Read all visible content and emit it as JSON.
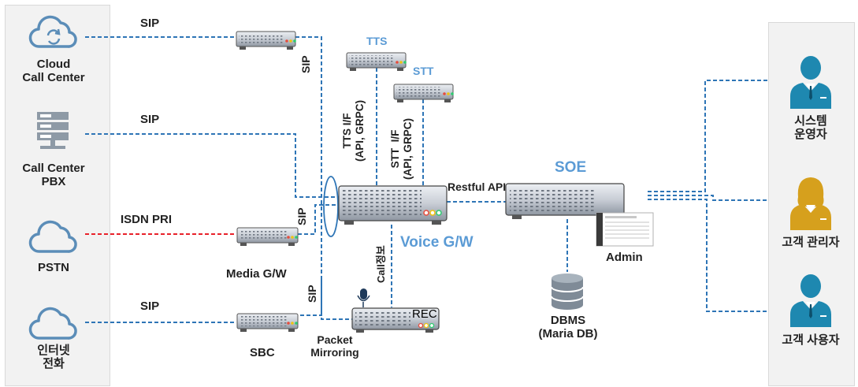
{
  "left_nodes": {
    "cloud_call_center": "Cloud\nCall Center",
    "call_center_pbx": "Call Center\nPBX",
    "pstn": "PSTN",
    "internet_phone": "인터넷\n전화"
  },
  "link_labels": {
    "sip_top": "SIP",
    "sip_pbx": "SIP",
    "isdn_pri": "ISDN PRI",
    "sip_bottom": "SIP",
    "sip_vertical_top": "SIP",
    "sip_vertical_mid": "SIP",
    "sip_vertical_bottom": "SIP",
    "restful_api": "Restful API",
    "call_info": "Call정보"
  },
  "devices": {
    "tts": "TTS",
    "stt": "STT",
    "tts_if": "TTS I/F\n(API, GRPC)",
    "stt_if": "STT  I/F\n(API, GRPC)",
    "media_gw": "Media G/W",
    "sbc": "SBC",
    "voice_gw": "Voice G/W",
    "rec": "REC",
    "packet_mirroring": "Packet\nMirroring",
    "soe": "SOE",
    "admin": "Admin",
    "dbms": "DBMS\n(Maria DB)"
  },
  "right_nodes": {
    "system_operator": "시스템\n운영자",
    "customer_manager": "고객 관리자",
    "customer_user": "고객 사용자"
  },
  "colors": {
    "blue_link": "#2e75b6",
    "red_link": "#e8212a",
    "label_blue": "#5b9bd5",
    "icon_blue": "#5b8db8",
    "person_teal": "#1e88b0",
    "person_gold": "#d6a01d"
  }
}
